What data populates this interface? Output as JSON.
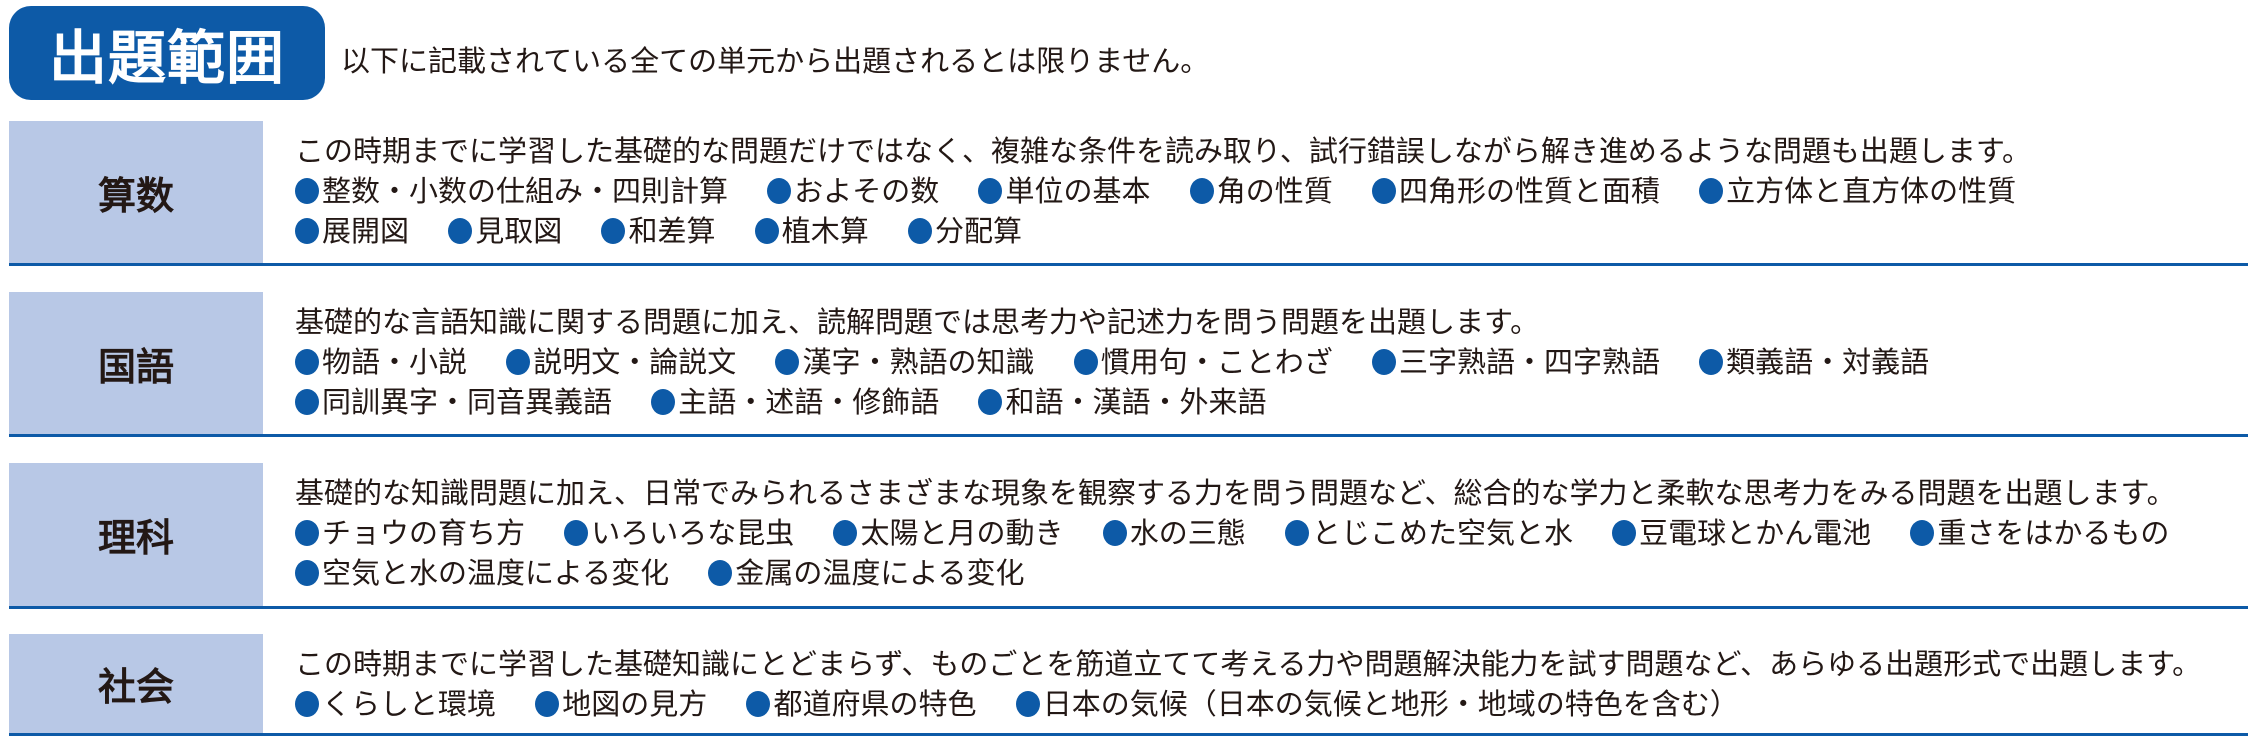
{
  "header": {
    "title": "出題範囲",
    "note": "以下に記載されている全ての単元から出題されるとは限りません。"
  },
  "colors": {
    "accent_blue": "#0d5aa7",
    "label_fill": "#b8c8e6",
    "text": "#231815"
  },
  "sections": [
    {
      "subject": "算数",
      "description": "この時期までに学習した基礎的な問題だけではなく、複雑な条件を読み取り、試行錯誤しながら解き進めるような問題も出題します。",
      "topic_lines": [
        [
          "整数・小数の仕組み・四則計算",
          "およその数",
          "単位の基本",
          "角の性質",
          "四角形の性質と面積",
          "立方体と直方体の性質"
        ],
        [
          "展開図",
          "見取図",
          "和差算",
          "植木算",
          "分配算"
        ]
      ]
    },
    {
      "subject": "国語",
      "description": "基礎的な言語知識に関する問題に加え、読解問題では思考力や記述力を問う問題を出題します。",
      "topic_lines": [
        [
          "物語・小説",
          "説明文・論説文",
          "漢字・熟語の知識",
          "慣用句・ことわざ",
          "三字熟語・四字熟語",
          "類義語・対義語"
        ],
        [
          "同訓異字・同音異義語",
          "主語・述語・修飾語",
          "和語・漢語・外来語"
        ]
      ]
    },
    {
      "subject": "理科",
      "description": "基礎的な知識問題に加え、日常でみられるさまざまな現象を観察する力を問う問題など、総合的な学力と柔軟な思考力をみる問題を出題します。",
      "topic_lines": [
        [
          "チョウの育ち方",
          "いろいろな昆虫",
          "太陽と月の動き",
          "水の三態",
          "とじこめた空気と水",
          "豆電球とかん電池",
          "重さをはかるもの"
        ],
        [
          "空気と水の温度による変化",
          "金属の温度による変化"
        ]
      ]
    },
    {
      "subject": "社会",
      "description": "この時期までに学習した基礎知識にとどまらず、ものごとを筋道立てて考える力や問題解決能力を試す問題など、あらゆる出題形式で出題します。",
      "topic_lines": [
        [
          "くらしと環境",
          "地図の見方",
          "都道府県の特色",
          "日本の気候（日本の気候と地形・地域の特色を含む）"
        ]
      ]
    }
  ]
}
